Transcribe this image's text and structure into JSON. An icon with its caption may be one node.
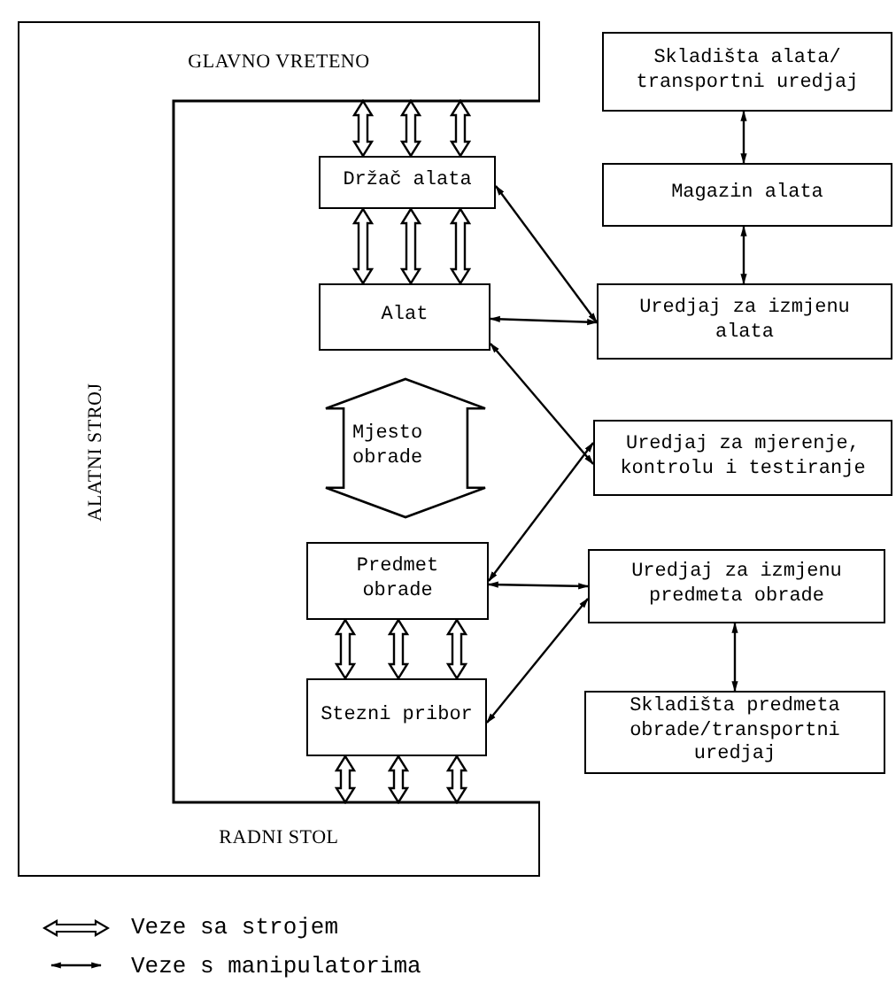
{
  "diagram": {
    "nodes": [
      {
        "text": [
          "GLAVNO VRETENO"
        ]
      },
      {
        "text": [
          "ALATNI STROJ"
        ]
      },
      {
        "text": [
          "RADNI STOL"
        ]
      },
      {
        "text": [
          "Držač alata"
        ]
      },
      {
        "text": [
          "Alat"
        ]
      },
      {
        "text": [
          "Mjesto obrade"
        ]
      },
      {
        "text": [
          "Predmet obrade"
        ]
      },
      {
        "text": [
          "Stezni pribor"
        ]
      },
      {
        "text": [
          "Skladišta alata/ transportni uredjaj"
        ]
      },
      {
        "text": [
          "Magazin alata"
        ]
      },
      {
        "text": [
          "Uredjaj za izmjenu alata"
        ]
      },
      {
        "text": [
          "Uredjaj za mjerenje, kontrolu i testiranje"
        ]
      },
      {
        "text": [
          "Uredjaj za izmjenu predmeta obrade"
        ]
      },
      {
        "text": [
          "Skladišta predmeta obrade/transportni uredjaj"
        ]
      }
    ],
    "edges": [
      {
        "from": 0,
        "to": 3,
        "arrow": "both",
        "style": "thick"
      },
      {
        "from": 0,
        "to": 3,
        "arrow": "both",
        "style": "thick"
      },
      {
        "from": 0,
        "to": 3,
        "arrow": "both",
        "style": "thick"
      },
      {
        "from": 3,
        "to": 4,
        "arrow": "both",
        "style": "thick"
      },
      {
        "from": 3,
        "to": 4,
        "arrow": "both",
        "style": "thick"
      },
      {
        "from": 3,
        "to": 4,
        "arrow": "both",
        "style": "thick"
      },
      {
        "from": 6,
        "to": 7,
        "arrow": "both",
        "style": "thick"
      },
      {
        "from": 6,
        "to": 7,
        "arrow": "both",
        "style": "thick"
      },
      {
        "from": 6,
        "to": 7,
        "arrow": "both",
        "style": "thick"
      },
      {
        "from": 7,
        "to": 2,
        "arrow": "both",
        "style": "thick"
      },
      {
        "from": 7,
        "to": 2,
        "arrow": "both",
        "style": "thick"
      },
      {
        "from": 7,
        "to": 2,
        "arrow": "both",
        "style": "thick"
      },
      {
        "from": 8,
        "to": 9,
        "arrow": "both"
      },
      {
        "from": 9,
        "to": 10,
        "arrow": "both"
      },
      {
        "from": 3,
        "to": 10,
        "arrow": "both"
      },
      {
        "from": 4,
        "to": 10,
        "arrow": "both"
      },
      {
        "from": 4,
        "to": 11,
        "arrow": "both"
      },
      {
        "from": 6,
        "to": 11,
        "arrow": "both"
      },
      {
        "from": 6,
        "to": 12,
        "arrow": "both"
      },
      {
        "from": 7,
        "to": 12,
        "arrow": "both"
      },
      {
        "from": 12,
        "to": 13,
        "arrow": "both"
      }
    ],
    "legend": [
      {
        "text": "Veze sa strojem"
      },
      {
        "text": "Veze s manipulatorima"
      }
    ]
  }
}
